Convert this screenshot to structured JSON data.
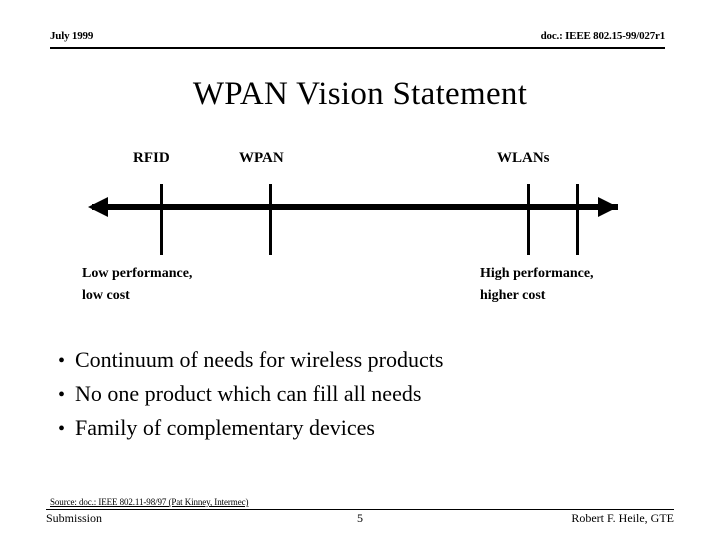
{
  "header": {
    "left": "July 1999",
    "right": "doc.: IEEE 802.15-99/027r1"
  },
  "title": "WPAN Vision Statement",
  "diagram": {
    "labels": [
      {
        "text": "RFID"
      },
      {
        "text": "WPAN"
      },
      {
        "text": "WLANs"
      }
    ],
    "caption_left_line1": "Low performance,",
    "caption_left_line2": "low cost",
    "caption_right_line1": "High performance,",
    "caption_right_line2": "higher cost",
    "arrow_color": "#000000"
  },
  "bullets": [
    {
      "marker": "•",
      "text": "Continuum of needs for wireless products"
    },
    {
      "marker": "•",
      "text": "No one product which can fill all needs"
    },
    {
      "marker": "•",
      "text": "Family of complementary devices"
    }
  ],
  "source_note": "Source: doc.: IEEE 802.11-98/97 (Pat Kinney, Intermec)",
  "footer": {
    "left": "Submission",
    "page": "5",
    "right": "Robert F. Heile, GTE"
  }
}
